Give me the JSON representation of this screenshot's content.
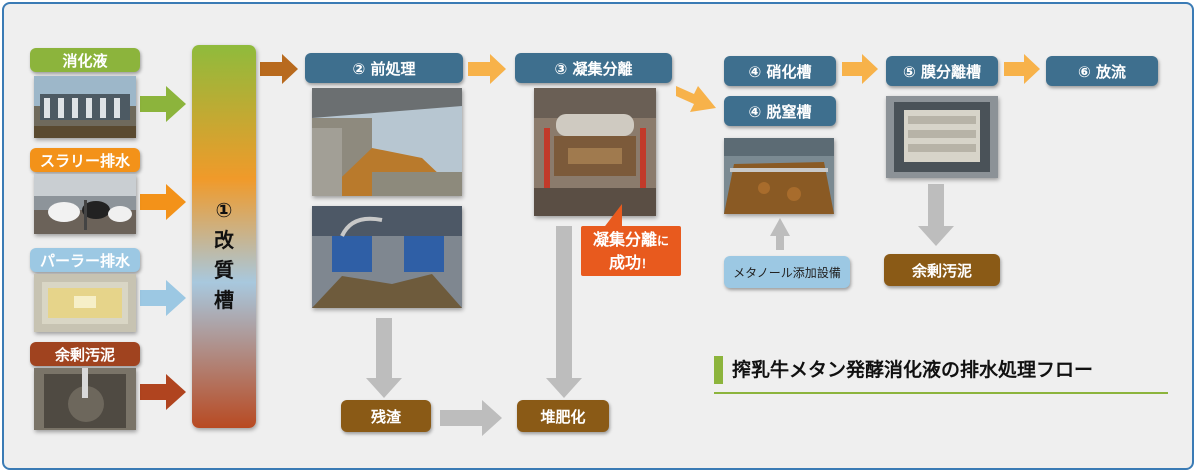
{
  "inputs": {
    "digestate": "消化液",
    "slurry": "スラリー排水",
    "parlor": "パーラー排水",
    "sludge": "余剰汚泥"
  },
  "tank": {
    "label": "①\n改\n質\n槽"
  },
  "steps": {
    "pretreatment": "② 前処理",
    "coagulation": "③ 凝集分離",
    "nitrification": "④ 硝化槽",
    "denitrification": "④ 脱窒槽",
    "membrane": "⑤ 膜分離槽",
    "discharge": "⑥ 放流"
  },
  "outputs": {
    "residue": "残渣",
    "compost": "堆肥化",
    "methanol": "メタノール添加設備",
    "excess_sludge": "余剰汚泥"
  },
  "callout": {
    "main1": "凝集分離",
    "small1": "に",
    "main2": "成功",
    "small2": "！"
  },
  "title": "搾乳牛メタン発酵消化液の排水処理フロー",
  "colors": {
    "frame": "#3a7bb5",
    "green": "#8cb43c",
    "orange": "#f39219",
    "blue": "#9cc8e3",
    "brown": "#a0431f",
    "teal": "#3e6f8e",
    "mud": "#8a5a16",
    "arrow_orange": "#f7b24a",
    "arrow_gray": "#bdbdbd"
  }
}
